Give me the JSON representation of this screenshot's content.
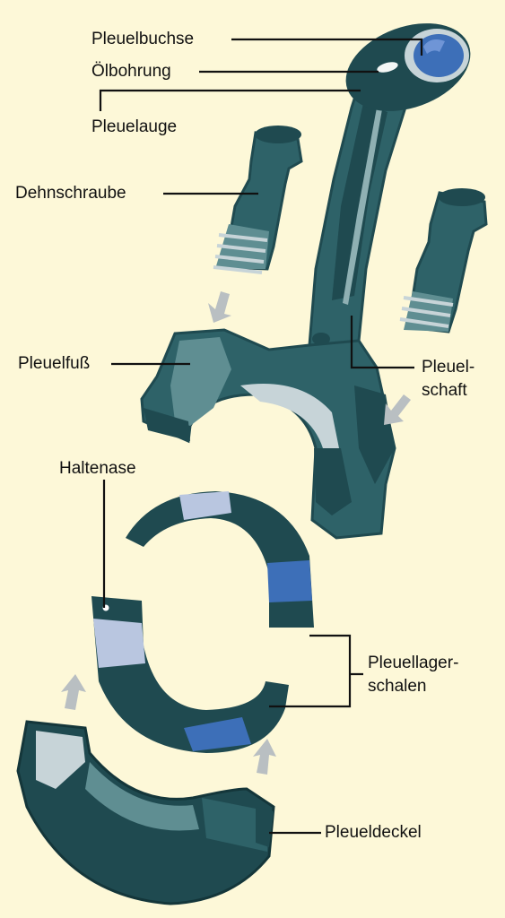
{
  "labels": {
    "pleuelbuchse": "Pleuelbuchse",
    "oelbohrung": "Ölbohrung",
    "pleuelauge": "Pleuelauge",
    "dehnschraube": "Dehnschraube",
    "pleuelfuss": "Pleuelfuß",
    "pleuelschaft_1": "Pleuel-",
    "pleuelschaft_2": "schaft",
    "haltenase": "Haltenase",
    "lagerschalen_1": "Pleuellager-",
    "lagerschalen_2": "schalen",
    "pleueldeckel": "Pleueldeckel"
  },
  "colors": {
    "background": "#fdf8d8",
    "metal_dark": "#1f4a50",
    "metal_mid": "#2e6268",
    "metal_light": "#5f8e92",
    "highlight": "#c7d4d8",
    "blue_accent": "#3d6fb8",
    "arrow": "#b9bfc2",
    "line": "#111111"
  }
}
